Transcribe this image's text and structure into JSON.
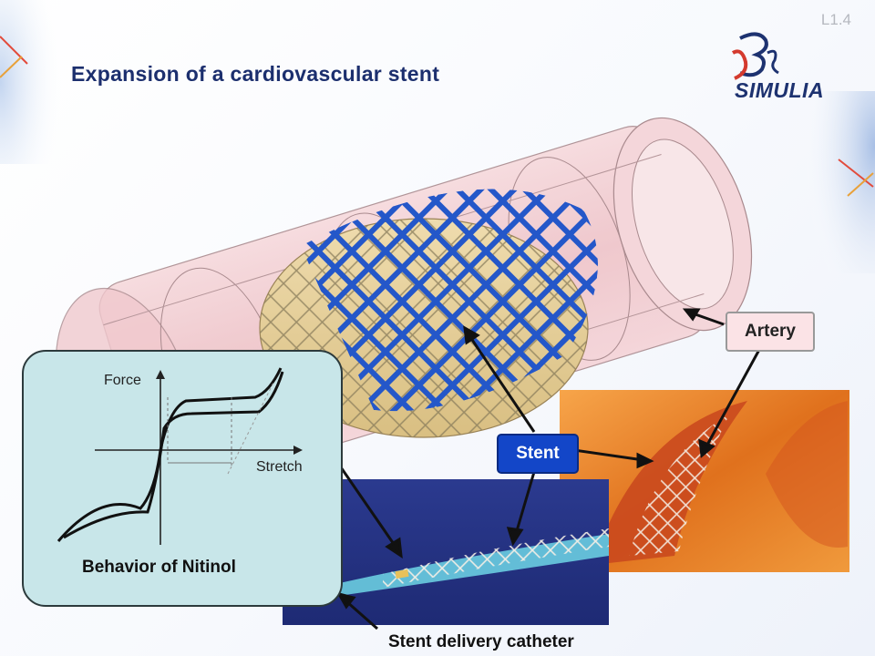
{
  "slide": {
    "number": "L1.4",
    "title": "Expansion of a cardiovascular stent"
  },
  "logo": {
    "mark": "3DS",
    "text": "SIMULIA",
    "icon": "ds-logo-icon"
  },
  "labels": {
    "artery": "Artery",
    "stent": "Stent",
    "catheter": "Stent delivery catheter"
  },
  "nitinol_chart": {
    "caption": "Behavior of Nitinol",
    "y_axis_label": "Force",
    "x_axis_label": "Stretch"
  },
  "colors": {
    "title": "#1c2f6e",
    "stent_blue": "#2457c9",
    "artery_pink": "#f2c7cc",
    "stent_label_bg": "#1346c8",
    "chart_bg": "#c8e6e9"
  }
}
